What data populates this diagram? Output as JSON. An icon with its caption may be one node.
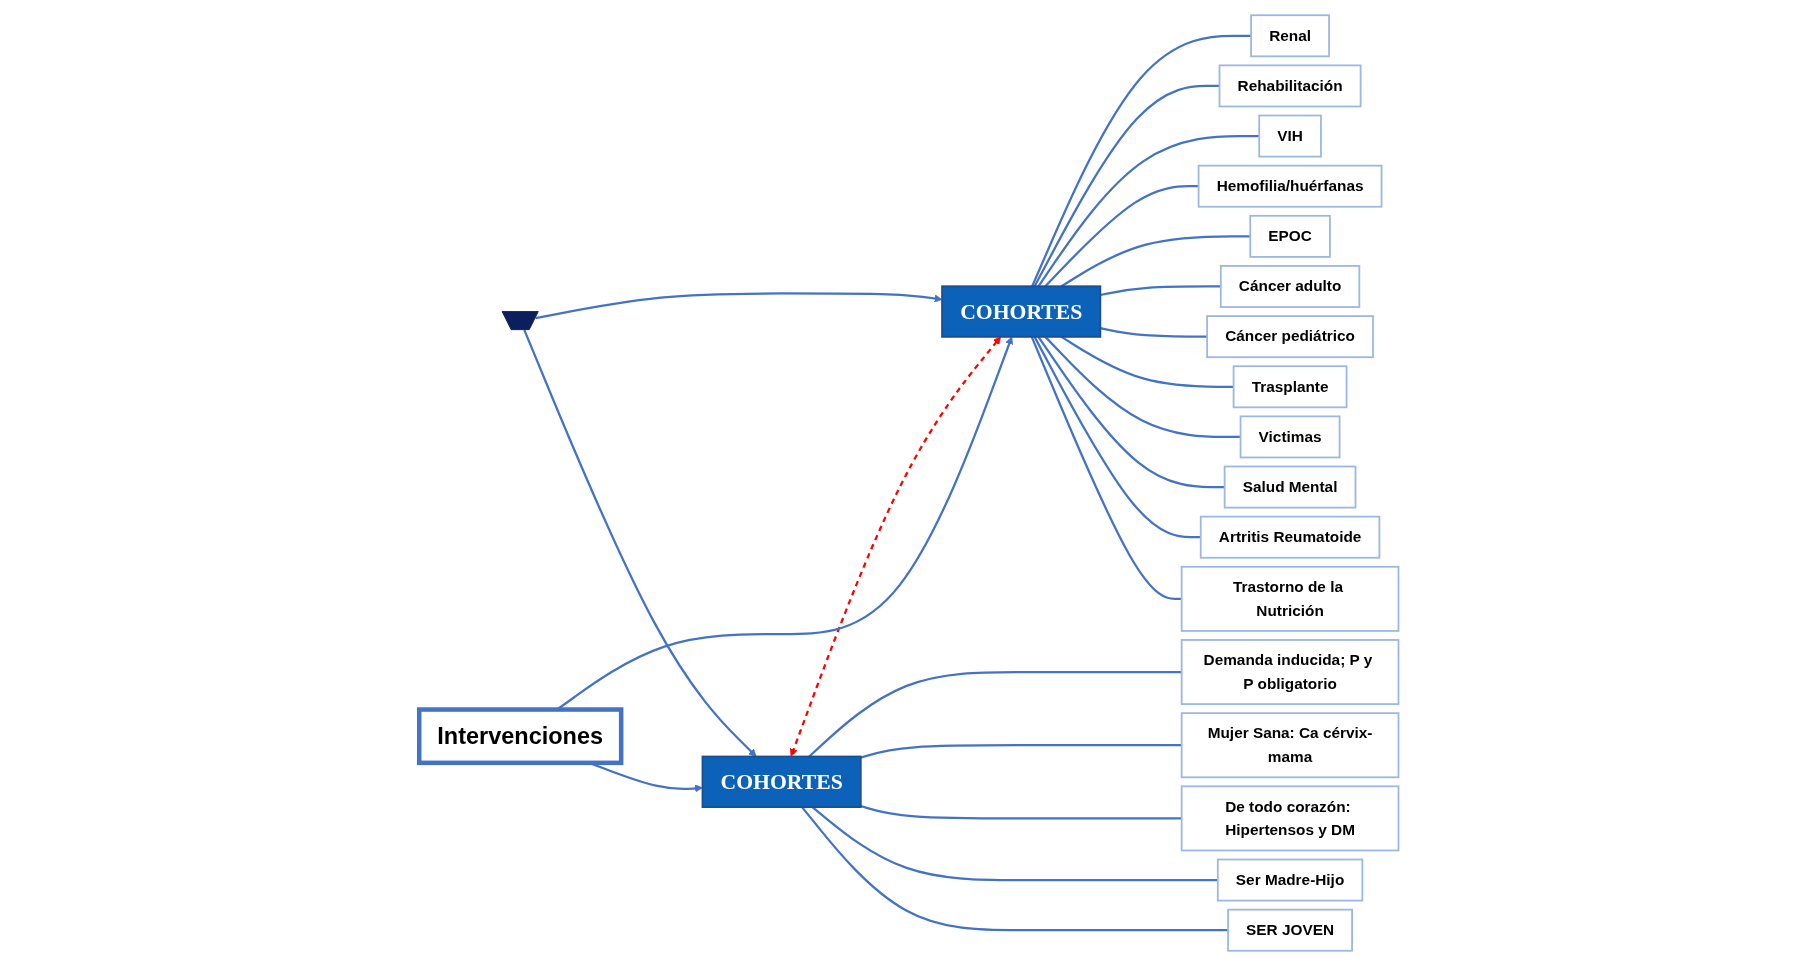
{
  "diagram": {
    "nodes": [
      {
        "text": [],
        "shape": "arrow"
      },
      {
        "text": [
          "COHORTES"
        ]
      },
      {
        "text": [
          "Demanda inducida; P y P obligatorio"
        ]
      },
      {
        "text": [
          "Mujer Sana: Ca cérvix-mama"
        ]
      },
      {
        "text": [
          "De todo corazón: Hipertensos y DM"
        ]
      },
      {
        "text": [
          "Ser Madre-Hijo"
        ]
      },
      {
        "text": [
          "SER JOVEN"
        ]
      },
      {
        "text": [
          "COHORTES"
        ]
      },
      {
        "text": [
          "Renal"
        ]
      },
      {
        "text": [
          "Rehabilitación"
        ]
      },
      {
        "text": [
          "VIH"
        ]
      },
      {
        "text": [
          "Hemofilia/huérfanas"
        ]
      },
      {
        "text": [
          "EPOC"
        ]
      },
      {
        "text": [
          "Cáncer adulto"
        ]
      },
      {
        "text": [
          "Cáncer pediátrico"
        ]
      },
      {
        "text": [
          "Trasplante"
        ]
      },
      {
        "text": [
          "Victimas"
        ]
      },
      {
        "text": [
          "Salud Mental"
        ]
      },
      {
        "text": [
          "Artritis Reumatoide"
        ]
      },
      {
        "text": [
          "Trastorno de la Nutrición"
        ]
      },
      {
        "text": [
          "Intervenciones"
        ]
      }
    ],
    "edges": [
      {
        "from": 0,
        "to": 1,
        "arrow": "to"
      },
      {
        "from": 0,
        "to": 7,
        "arrow": "to"
      },
      {
        "from": 1,
        "to": 7,
        "arrow": "both",
        "style": "dashed",
        "color": "#ff0000"
      },
      {
        "from": 1,
        "to": 2,
        "arrow": "none"
      },
      {
        "from": 1,
        "to": 3,
        "arrow": "none"
      },
      {
        "from": 1,
        "to": 4,
        "arrow": "none"
      },
      {
        "from": 1,
        "to": 5,
        "arrow": "none"
      },
      {
        "from": 1,
        "to": 6,
        "arrow": "none"
      },
      {
        "from": 7,
        "to": 8,
        "arrow": "none"
      },
      {
        "from": 7,
        "to": 9,
        "arrow": "none"
      },
      {
        "from": 7,
        "to": 10,
        "arrow": "none"
      },
      {
        "from": 7,
        "to": 11,
        "arrow": "none"
      },
      {
        "from": 7,
        "to": 12,
        "arrow": "none"
      },
      {
        "from": 7,
        "to": 13,
        "arrow": "none"
      },
      {
        "from": 7,
        "to": 14,
        "arrow": "none"
      },
      {
        "from": 7,
        "to": 15,
        "arrow": "none"
      },
      {
        "from": 7,
        "to": 16,
        "arrow": "none"
      },
      {
        "from": 7,
        "to": 17,
        "arrow": "none"
      },
      {
        "from": 7,
        "to": 18,
        "arrow": "none"
      },
      {
        "from": 7,
        "to": 19,
        "arrow": "none"
      },
      {
        "from": 20,
        "to": 1,
        "arrow": "to"
      },
      {
        "from": 20,
        "to": 7,
        "arrow": "to"
      }
    ]
  }
}
